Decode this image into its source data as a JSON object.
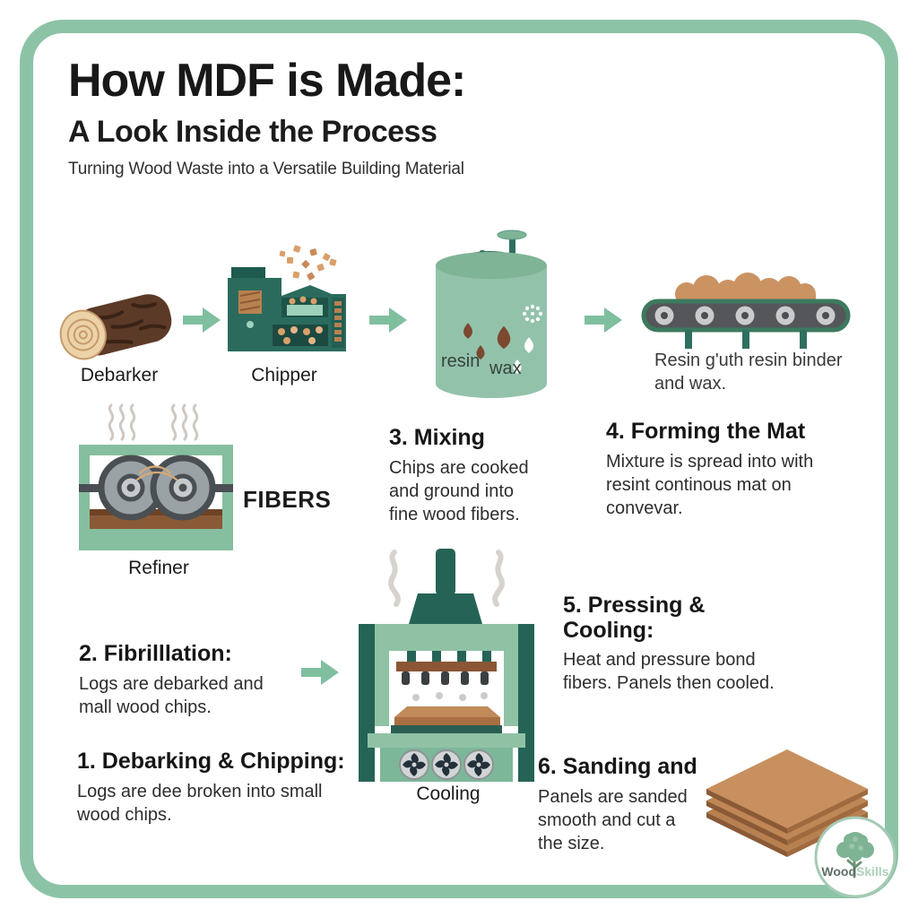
{
  "colors": {
    "mint": "#8cc3a6",
    "arrow": "#7fbf9f",
    "teal": "#2a6b5e",
    "teal-deep": "#1f5a4e",
    "sage": "#93c2aa",
    "sage-dark": "#7fb496",
    "wood-tan": "#cb9362",
    "wood-brown": "#5b3a27",
    "panel-tan": "#c48d5c",
    "belt-gray": "#55565a",
    "ink": "#1e1e1e"
  },
  "header": {
    "title": "How MDF is Made:",
    "subtitle": "A Look Inside the Process",
    "tagline": "Turning Wood Waste into a Versatile Building Material"
  },
  "flow": {
    "debarker_label": "Debarker",
    "chipper_label": "Chipper",
    "tank_resin_label": "resin",
    "tank_wax_label": "wax",
    "conveyor_caption": "Resin g'uth resin binder and wax.",
    "refiner_label": "Refiner",
    "fibers_label": "FIBERS",
    "cooling_label": "Cooling"
  },
  "steps": {
    "s1": {
      "heading": "1. Debarking & Chipping:",
      "body": "Logs are dee broken into small wood chips."
    },
    "s2": {
      "heading": "2. Fibrilllation:",
      "body": "Logs are debarked and mall wood chips."
    },
    "s3": {
      "heading": "3. Mixing",
      "body": "Chips are cooked and ground into fine wood fibers."
    },
    "s4": {
      "heading": "4. Forming the Mat",
      "body": "Mixture is spread into with resint continous mat on convevar."
    },
    "s5": {
      "heading": "5. Pressing & Cooling:",
      "body": "Heat and pressure bond fibers. Panels then cooled."
    },
    "s6": {
      "heading": "6. Sanding and",
      "body": "Panels are sanded smooth and cut a the size."
    }
  },
  "logo": {
    "brand_a": "Wood",
    "brand_b": "Skills"
  }
}
